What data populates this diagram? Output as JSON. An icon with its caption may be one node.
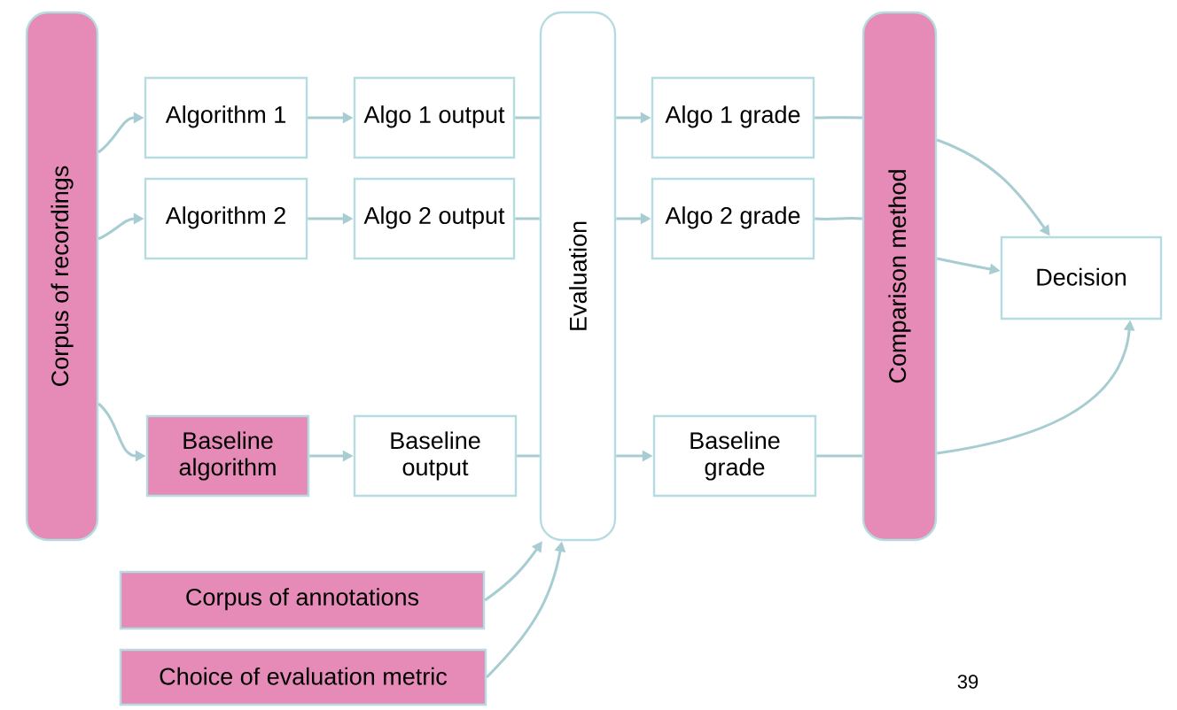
{
  "diagram": {
    "nodes": [
      {
        "text": [
          "Corpus of recordings"
        ]
      },
      {
        "text": [
          "Algorithm 1"
        ]
      },
      {
        "text": [
          "Algo 1 output"
        ]
      },
      {
        "text": [
          "Algorithm 2"
        ]
      },
      {
        "text": [
          "Algo 2 output"
        ]
      },
      {
        "text": [
          "Baseline algorithm"
        ]
      },
      {
        "text": [
          "Baseline output"
        ]
      },
      {
        "text": [
          "Evaluation"
        ]
      },
      {
        "text": [
          "Algo 1 grade"
        ]
      },
      {
        "text": [
          "Algo 2 grade"
        ]
      },
      {
        "text": [
          "Baseline grade"
        ]
      },
      {
        "text": [
          "Comparison method"
        ]
      },
      {
        "text": [
          "Decision"
        ]
      },
      {
        "text": [
          "Corpus of annotations"
        ]
      },
      {
        "text": [
          "Choice of evaluation metric"
        ]
      }
    ],
    "edges": [
      {
        "from": 0,
        "to": 1,
        "arrow": "to"
      },
      {
        "from": 0,
        "to": 3,
        "arrow": "to"
      },
      {
        "from": 0,
        "to": 5,
        "arrow": "to"
      },
      {
        "from": 1,
        "to": 2,
        "arrow": "to"
      },
      {
        "from": 3,
        "to": 4,
        "arrow": "to"
      },
      {
        "from": 5,
        "to": 6,
        "arrow": "to"
      },
      {
        "from": 2,
        "to": 7,
        "arrow": "none"
      },
      {
        "from": 4,
        "to": 7,
        "arrow": "none"
      },
      {
        "from": 6,
        "to": 7,
        "arrow": "none"
      },
      {
        "from": 7,
        "to": 8,
        "arrow": "to"
      },
      {
        "from": 7,
        "to": 9,
        "arrow": "to"
      },
      {
        "from": 7,
        "to": 10,
        "arrow": "to"
      },
      {
        "from": 8,
        "to": 11,
        "arrow": "none"
      },
      {
        "from": 9,
        "to": 11,
        "arrow": "none"
      },
      {
        "from": 10,
        "to": 11,
        "arrow": "none"
      },
      {
        "from": 11,
        "to": 12,
        "arrow": "to"
      },
      {
        "from": 11,
        "to": 12,
        "arrow": "to"
      },
      {
        "from": 11,
        "to": 12,
        "arrow": "to"
      },
      {
        "from": 13,
        "to": 7,
        "arrow": "to"
      },
      {
        "from": 14,
        "to": 7,
        "arrow": "to"
      }
    ],
    "labels": [
      "39"
    ]
  }
}
